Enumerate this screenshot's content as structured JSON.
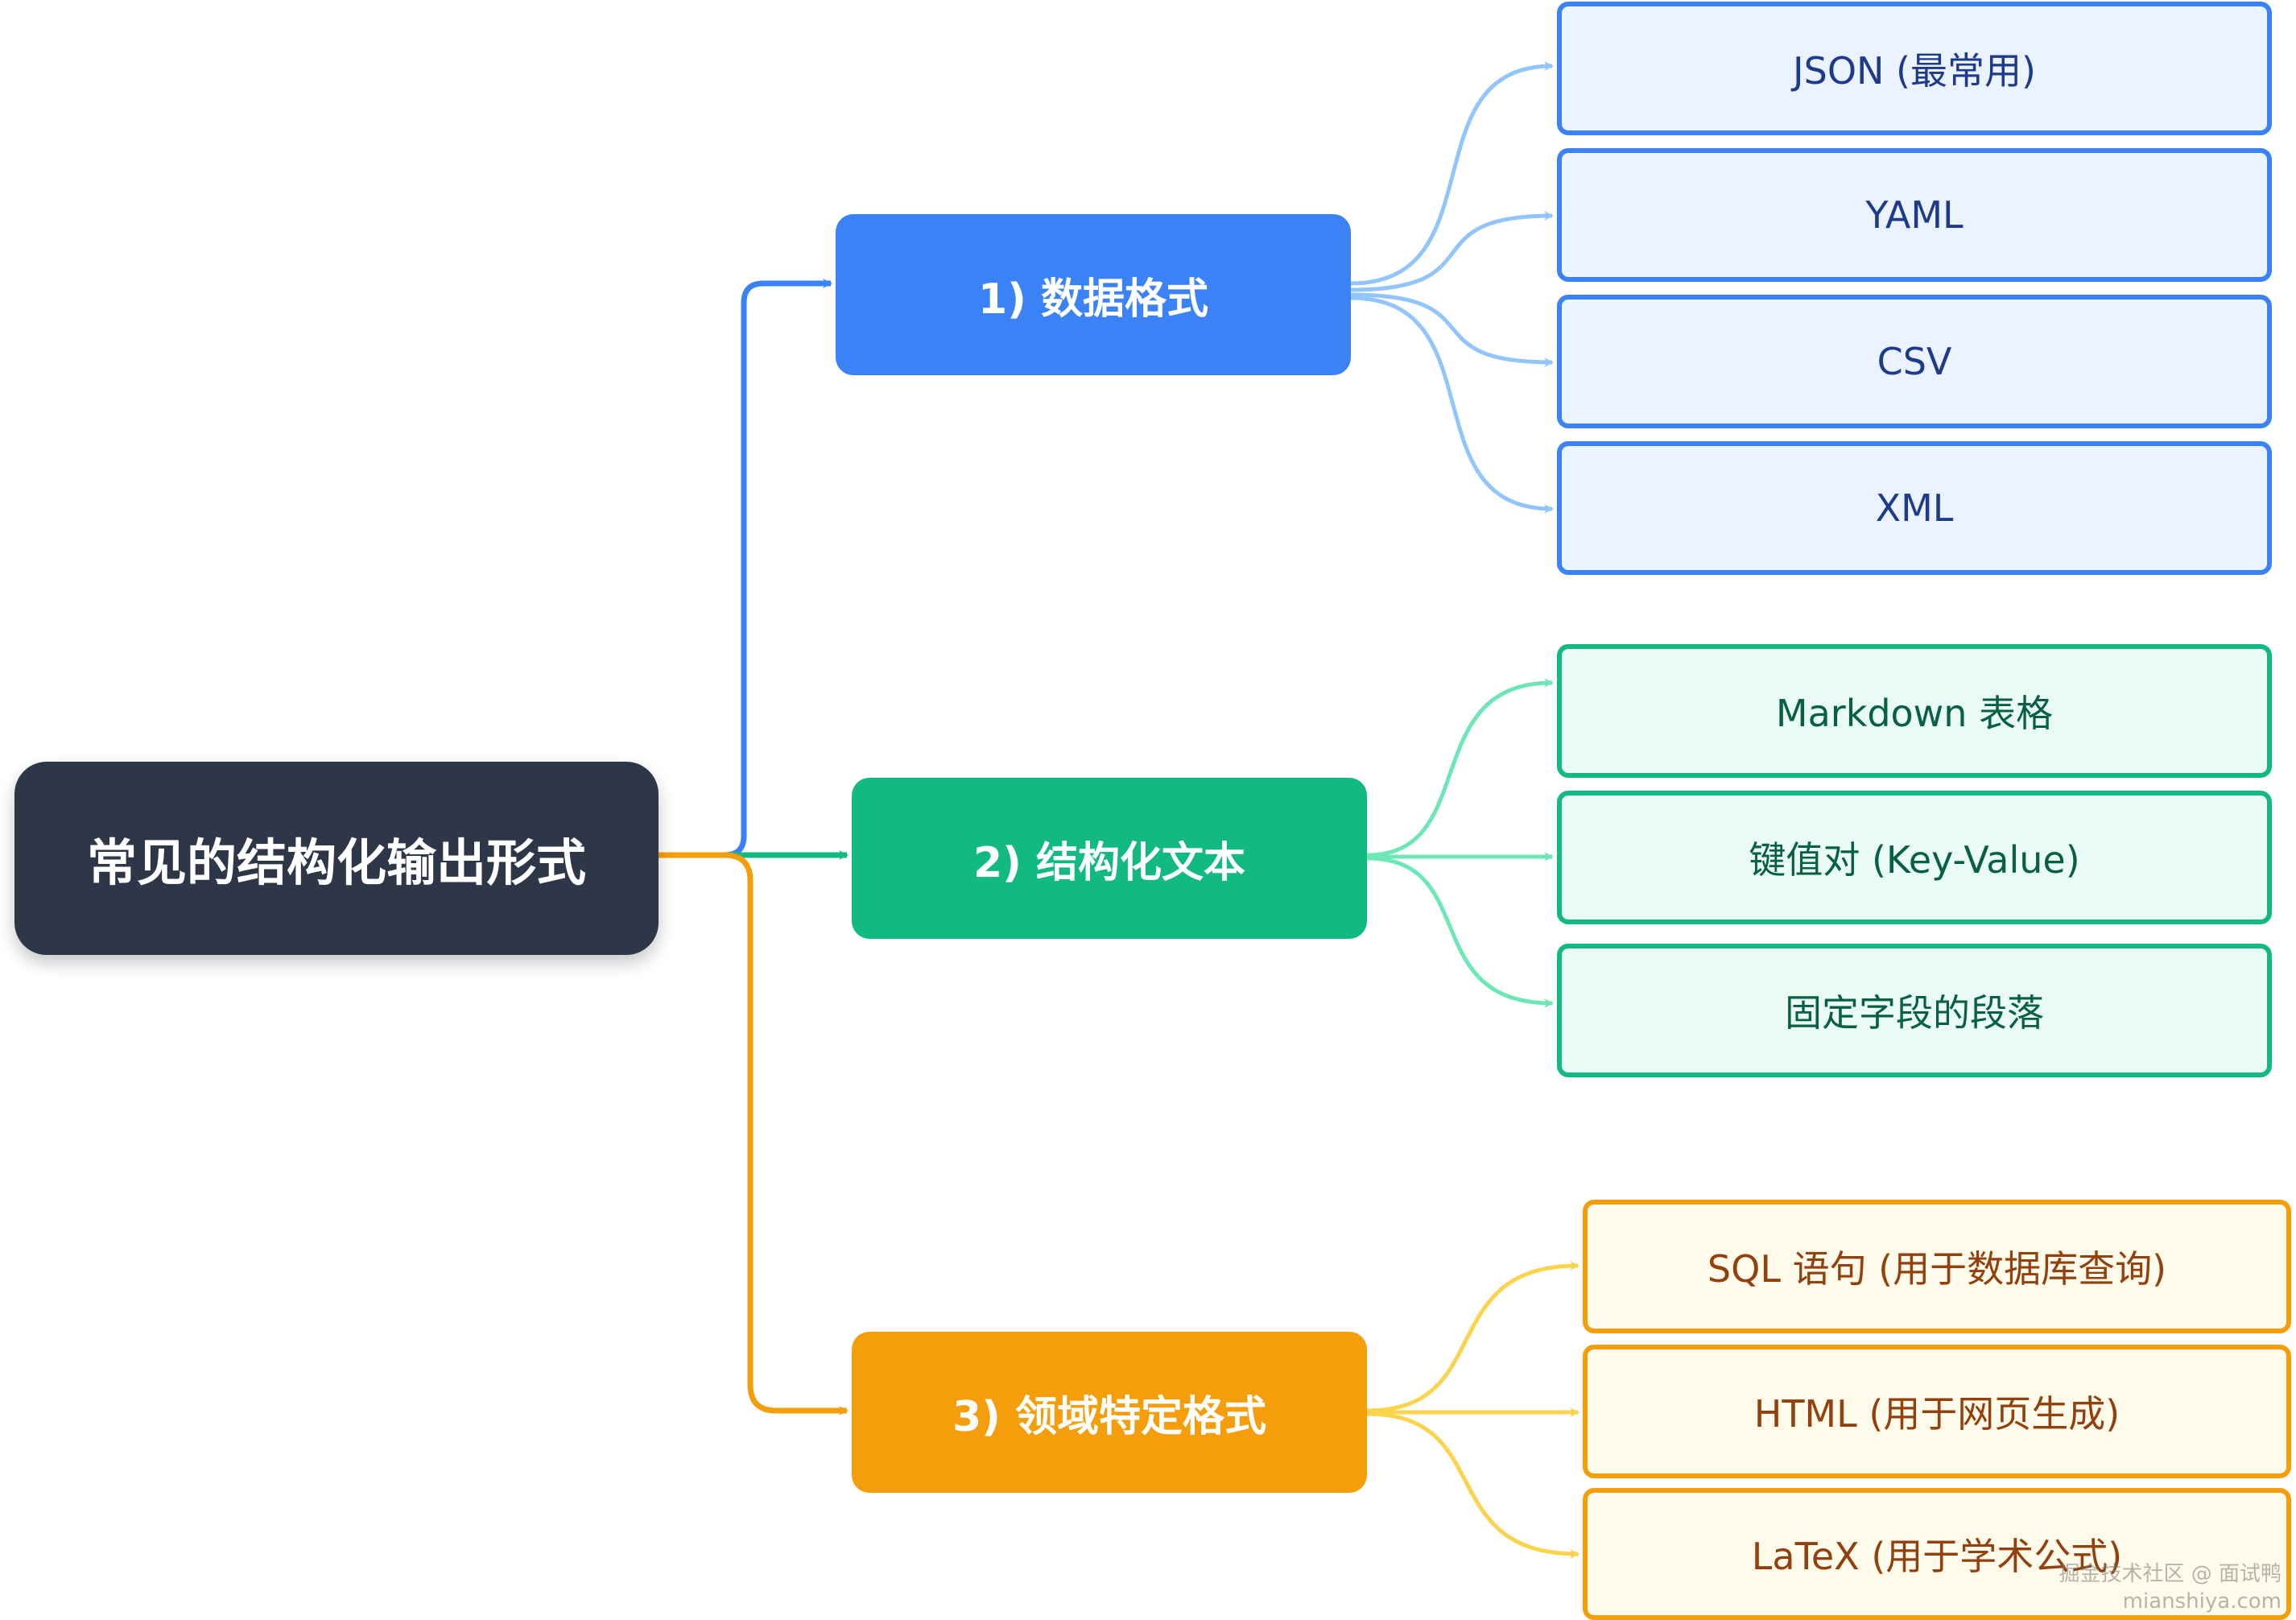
{
  "root": {
    "label": "常见的结构化输出形式"
  },
  "categories": [
    {
      "label": "1) 数据格式",
      "items": [
        "JSON (最常用)",
        "YAML",
        "CSV",
        "XML"
      ]
    },
    {
      "label": "2) 结构化文本",
      "items": [
        "Markdown 表格",
        "键值对 (Key-Value)",
        "固定字段的段落"
      ]
    },
    {
      "label": "3) 领域特定格式",
      "items": [
        "SQL 语句 (用于数据库查询)",
        "HTML (用于网页生成)",
        "LaTeX (用于学术公式)"
      ]
    }
  ],
  "colors": {
    "root": "#2d3748",
    "blue": "#3b82f6",
    "blue_edge": "#93c5fd",
    "green": "#12b981",
    "green_edge": "#6ee7b7",
    "orange": "#f59e0b",
    "orange_edge": "#fcd34d"
  },
  "watermark": {
    "line1": "掘金技术社区 @ 面试鸭",
    "line2": "mianshiya.com"
  }
}
